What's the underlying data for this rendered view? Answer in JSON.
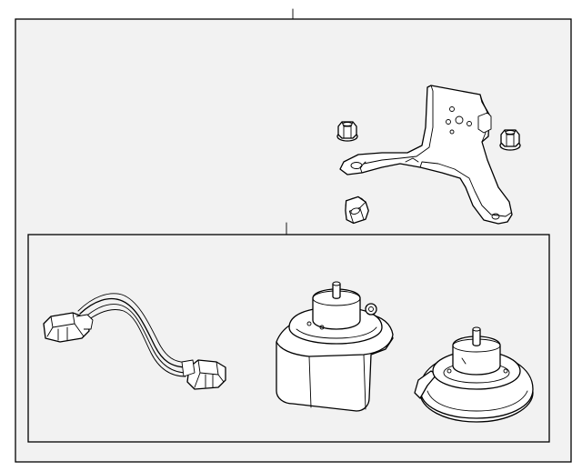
{
  "diagram": {
    "colors": {
      "outer_frame_fill": "#f2f2f2",
      "inner_frame_fill": "#f2f2f2",
      "line": "#000000",
      "part_fill": "#ffffff"
    },
    "parts": [
      {
        "id": "bracket",
        "icon": "horn-bracket-icon"
      },
      {
        "id": "nut-left",
        "icon": "flange-nut-icon"
      },
      {
        "id": "nut-right",
        "icon": "flange-nut-icon"
      },
      {
        "id": "nut-bottom",
        "icon": "flange-nut-icon"
      },
      {
        "id": "wire-harness",
        "icon": "wiring-harness-icon"
      },
      {
        "id": "horn-high",
        "icon": "horn-icon"
      },
      {
        "id": "horn-low",
        "icon": "horn-icon"
      }
    ]
  }
}
